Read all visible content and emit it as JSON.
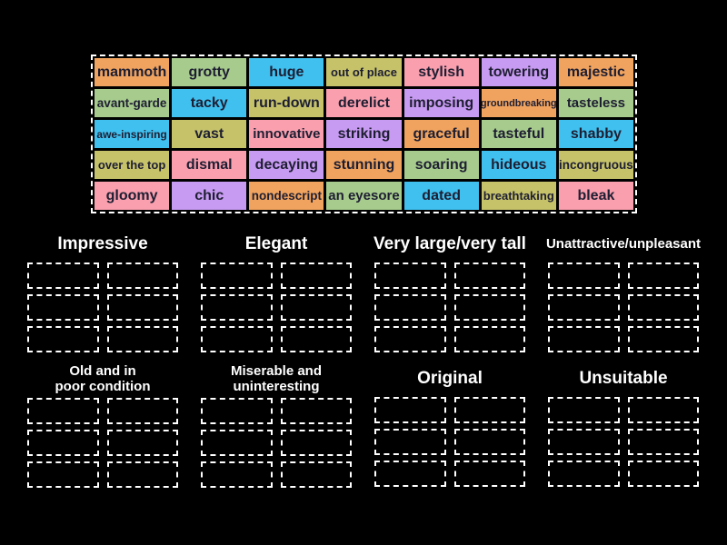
{
  "colors": {
    "background": "#000000",
    "tile_text": "#1e1e32",
    "header_text": "#ffffff",
    "slot_border": "#ffffff",
    "bank_border": "#ffffff"
  },
  "palette": {
    "orange": "#F0A35E",
    "green": "#A6CB8C",
    "blue": "#3FC0EF",
    "olive": "#C5C26A",
    "pink": "#F99FAE",
    "lavender": "#C89BF2"
  },
  "word_bank": {
    "columns": 7,
    "rows": 5,
    "tiles": [
      {
        "label": "mammoth",
        "color": "orange"
      },
      {
        "label": "grotty",
        "color": "green"
      },
      {
        "label": "huge",
        "color": "blue"
      },
      {
        "label": "out of place",
        "color": "olive"
      },
      {
        "label": "stylish",
        "color": "pink"
      },
      {
        "label": "towering",
        "color": "lavender"
      },
      {
        "label": "majestic",
        "color": "orange"
      },
      {
        "label": "avant-garde",
        "color": "green"
      },
      {
        "label": "tacky",
        "color": "blue"
      },
      {
        "label": "run-down",
        "color": "olive"
      },
      {
        "label": "derelict",
        "color": "pink"
      },
      {
        "label": "imposing",
        "color": "lavender"
      },
      {
        "label": "groundbreaking",
        "color": "orange"
      },
      {
        "label": "tasteless",
        "color": "green"
      },
      {
        "label": "awe-inspiring",
        "color": "blue"
      },
      {
        "label": "vast",
        "color": "olive"
      },
      {
        "label": "innovative",
        "color": "pink"
      },
      {
        "label": "striking",
        "color": "lavender"
      },
      {
        "label": "graceful",
        "color": "orange"
      },
      {
        "label": "tasteful",
        "color": "green"
      },
      {
        "label": "shabby",
        "color": "blue"
      },
      {
        "label": "over the top",
        "color": "olive"
      },
      {
        "label": "dismal",
        "color": "pink"
      },
      {
        "label": "decaying",
        "color": "lavender"
      },
      {
        "label": "stunning",
        "color": "orange"
      },
      {
        "label": "soaring",
        "color": "green"
      },
      {
        "label": "hideous",
        "color": "blue"
      },
      {
        "label": "incongruous",
        "color": "olive"
      },
      {
        "label": "gloomy",
        "color": "pink"
      },
      {
        "label": "chic",
        "color": "lavender"
      },
      {
        "label": "nondescript",
        "color": "orange"
      },
      {
        "label": "an eyesore",
        "color": "green"
      },
      {
        "label": "dated",
        "color": "blue"
      },
      {
        "label": "breathtaking",
        "color": "olive"
      },
      {
        "label": "bleak",
        "color": "pink"
      }
    ]
  },
  "groups": [
    {
      "title": "Impressive",
      "slot_count": 6
    },
    {
      "title": "Elegant",
      "slot_count": 6
    },
    {
      "title": "Very large/very tall",
      "slot_count": 6
    },
    {
      "title": "Unattractive/unpleasant",
      "slot_count": 6
    },
    {
      "title": "Old and in\npoor condition",
      "slot_count": 6
    },
    {
      "title": "Miserable and\nuninteresting",
      "slot_count": 6
    },
    {
      "title": "Original",
      "slot_count": 6
    },
    {
      "title": "Unsuitable",
      "slot_count": 6
    }
  ]
}
